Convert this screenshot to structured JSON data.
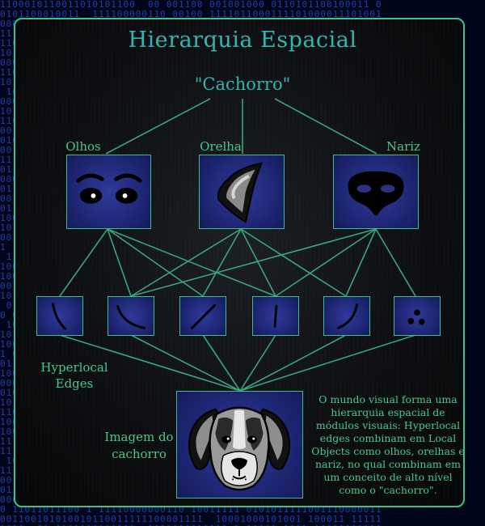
{
  "title": "Hierarquia Espacial",
  "top_concept": "\"Cachorro\"",
  "objects": {
    "eyes_label": "Olhos",
    "ear_label": "Orelha",
    "nose_label": "Nariz"
  },
  "edges_label_line1": "Hyperlocal",
  "edges_label_line2": "Edges",
  "image_label_line1": "Imagem do",
  "image_label_line2": "cachorro",
  "description": "O mundo visual forma uma hierarquia espacial de módulos visuais: Hyperlocal edges combinam em Local Objects como olhos, orelhas e nariz, no qual combinam em um conceito de alto nível como o \"cachorro\".",
  "colors": {
    "accent": "#46c88e",
    "title": "#2fb7b0",
    "box_fill": "#1c2470",
    "border": "#3fbf8f"
  },
  "background_pattern": "binary-digits"
}
